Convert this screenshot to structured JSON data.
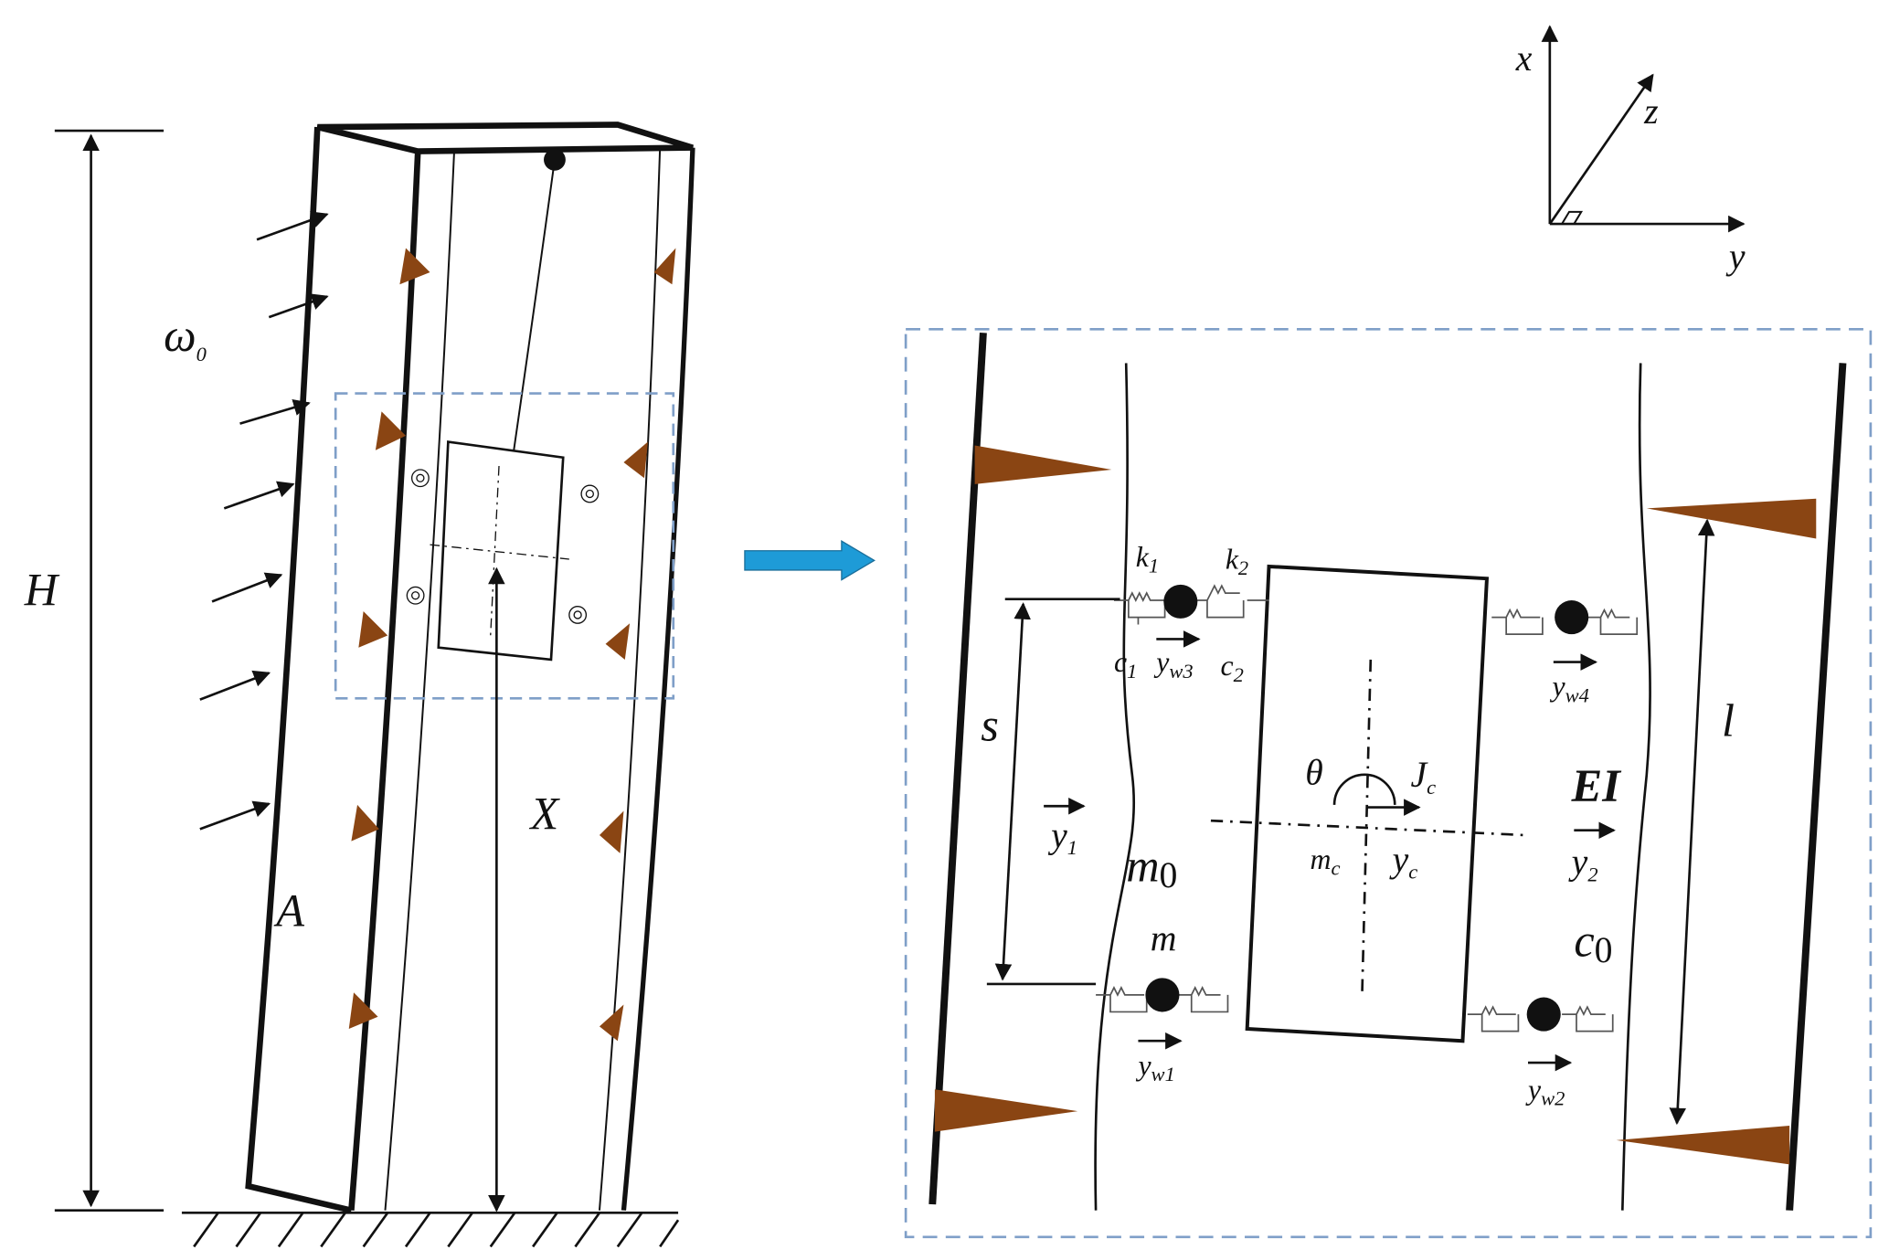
{
  "colors": {
    "line": "#111111",
    "brown": "#8a4513",
    "dash": "#7f9fc8",
    "arrow": "#1e9bd7"
  },
  "left": {
    "H": "H",
    "omega": {
      "base": "ω",
      "sub": "0"
    },
    "A": "A",
    "X": "X"
  },
  "axes": {
    "x": "x",
    "y": "y",
    "z": "z"
  },
  "right": {
    "k1": {
      "base": "k",
      "sub": "1"
    },
    "k2": {
      "base": "k",
      "sub": "2"
    },
    "c1": {
      "base": "c",
      "sub": "1"
    },
    "c2": {
      "base": "c",
      "sub": "2"
    },
    "yw3": {
      "base": "y",
      "sub": "w3"
    },
    "yw4": {
      "base": "y",
      "sub": "w4"
    },
    "yw1": {
      "base": "y",
      "sub": "w1"
    },
    "yw2": {
      "base": "y",
      "sub": "w2"
    },
    "s": "s",
    "l": "l",
    "EI": "EI",
    "theta": "θ",
    "Jc": {
      "base": "J",
      "sub": "c"
    },
    "mc": {
      "base": "m",
      "sub": "c"
    },
    "yc": {
      "base": "y",
      "sub": "c"
    },
    "y1": {
      "base": "y",
      "sub": "1"
    },
    "y2": {
      "base": "y",
      "sub": "2"
    },
    "m0": {
      "base": "m",
      "sub": "0"
    },
    "m": "m",
    "c0": {
      "base": "c",
      "sub": "0"
    }
  }
}
